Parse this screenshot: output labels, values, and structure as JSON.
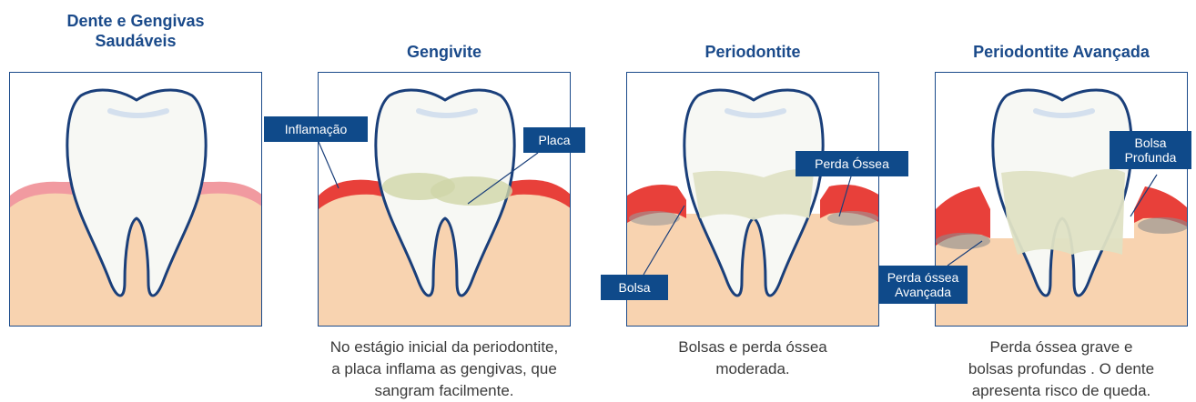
{
  "stages": [
    {
      "title_line1": "Dente e Gengivas",
      "title_line2": "Saudáveis",
      "caption": []
    },
    {
      "title_line1": "Gengivite",
      "title_line2": "",
      "caption": [
        "No estágio inicial da periodontite,",
        "a placa inflama as gengivas, que",
        "sangram facilmente."
      ],
      "labels": {
        "inflammation": "Inflamação",
        "plaque": "Placa"
      }
    },
    {
      "title_line1": "Periodontite",
      "title_line2": "",
      "caption": [
        "Bolsas e perda óssea",
        "moderada."
      ],
      "labels": {
        "bone_loss": "Perda Óssea",
        "pocket": "Bolsa"
      }
    },
    {
      "title_line1": "Periodontite Avançada",
      "title_line2": "",
      "caption": [
        "Perda óssea grave e",
        "bolsas profundas . O dente",
        "apresenta risco de queda."
      ],
      "labels": {
        "deep_pocket_line1": "Bolsa",
        "deep_pocket_line2": "Profunda",
        "advanced_bone_loss_line1": "Perda óssea",
        "advanced_bone_loss_line2": "Avançada"
      }
    }
  ],
  "colors": {
    "title": "#1a4a8a",
    "panel_border": "#1a4a8a",
    "label_bg": "#0f4a8a",
    "gum": "#f8d3b0",
    "healthy_gum_edge": "#f19aa0",
    "inflamed_gum": "#e8403a",
    "plaque": "#cfd6a8",
    "tooth_outline": "#1a3f7a"
  }
}
